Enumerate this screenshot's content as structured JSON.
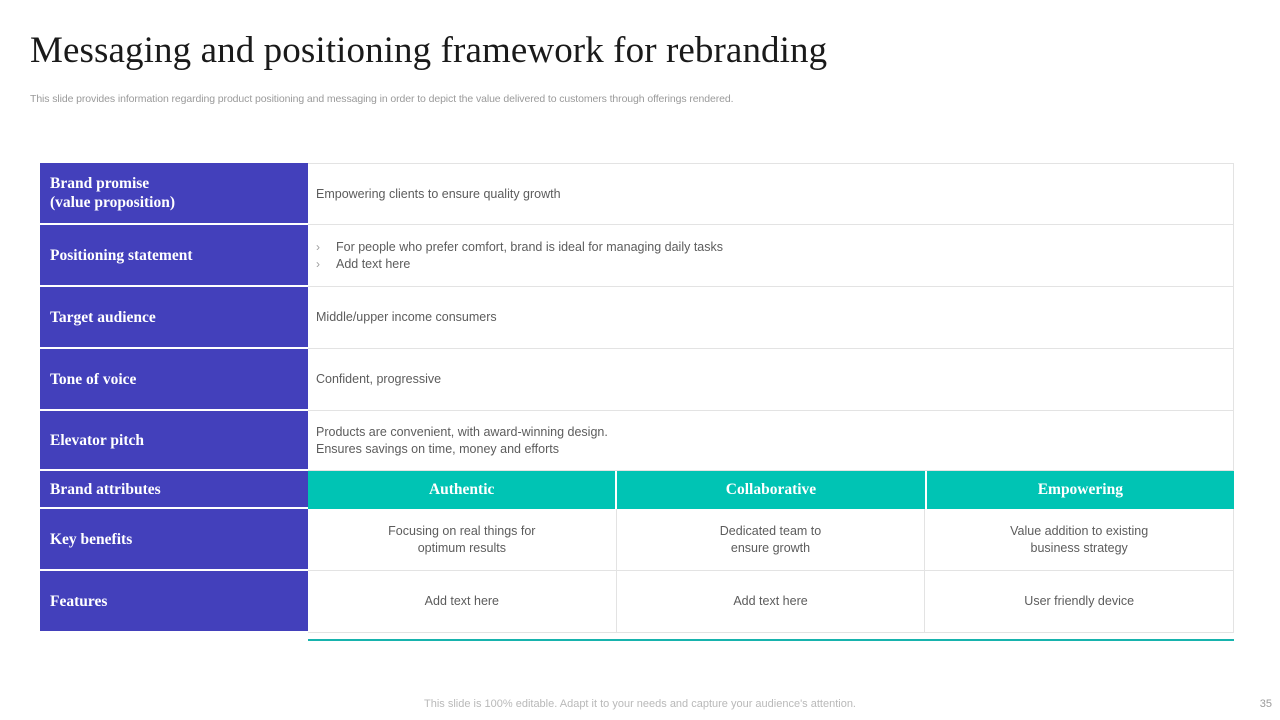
{
  "header": {
    "title": "Messaging and positioning framework for rebranding",
    "subtitle": "This slide provides information regarding product positioning and messaging in order to depict the value delivered to customers through offerings rendered."
  },
  "colors": {
    "label_blue": "#4340bb",
    "accent_teal": "#00c4b4",
    "text_grey": "#5c5c5c",
    "subtitle_grey": "#9a9a9a"
  },
  "table": {
    "rows": {
      "brand_promise": {
        "label_line1": "Brand promise",
        "label_line2": "(value proposition)",
        "value": "Empowering clients to ensure quality growth"
      },
      "positioning_statement": {
        "label": "Positioning statement",
        "bullet_marker": "›",
        "bullets": [
          "For people who prefer comfort, brand is ideal for managing daily tasks",
          "Add text here"
        ]
      },
      "target_audience": {
        "label": "Target audience",
        "value": "Middle/upper income consumers"
      },
      "tone_of_voice": {
        "label": "Tone of voice",
        "value": "Confident,  progressive"
      },
      "elevator_pitch": {
        "label": "Elevator pitch",
        "line1": "Products are convenient, with award-winning  design.",
        "line2": "Ensures savings on time, money and efforts"
      },
      "brand_attributes": {
        "label": "Brand attributes",
        "columns": [
          "Authentic",
          "Collaborative",
          "Empowering"
        ]
      },
      "key_benefits": {
        "label": "Key benefits",
        "cells": [
          {
            "line1": "Focusing on real things for",
            "line2": "optimum results"
          },
          {
            "line1": "Dedicated team to",
            "line2": "ensure growth"
          },
          {
            "line1": "Value addition to existing",
            "line2": "business strategy"
          }
        ]
      },
      "features": {
        "label": "Features",
        "cells": [
          {
            "line1": "Add text here",
            "line2": ""
          },
          {
            "line1": "Add text here",
            "line2": ""
          },
          {
            "line1": "User friendly device",
            "line2": ""
          }
        ]
      }
    }
  },
  "footer": {
    "note": "This slide is 100% editable. Adapt it to your needs and capture your audience's attention.",
    "page_number": "35"
  }
}
